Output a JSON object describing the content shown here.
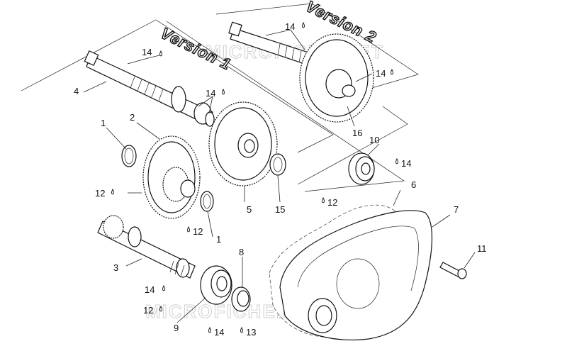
{
  "diagram": {
    "version_labels": {
      "v1": "Version 1",
      "v2": "Version 2"
    },
    "watermark": "MICROFICHE.NET",
    "callouts": [
      {
        "id": "c1a",
        "text": "1"
      },
      {
        "id": "c1b",
        "text": "1"
      },
      {
        "id": "c2",
        "text": "2"
      },
      {
        "id": "c3",
        "text": "3"
      },
      {
        "id": "c4",
        "text": "4"
      },
      {
        "id": "c5",
        "text": "5"
      },
      {
        "id": "c6",
        "text": "6"
      },
      {
        "id": "c7",
        "text": "7"
      },
      {
        "id": "c8",
        "text": "8"
      },
      {
        "id": "c9",
        "text": "9"
      },
      {
        "id": "c10",
        "text": "10"
      },
      {
        "id": "c11",
        "text": "11"
      },
      {
        "id": "c12a",
        "text": "12"
      },
      {
        "id": "c12b",
        "text": "12"
      },
      {
        "id": "c12c",
        "text": "12"
      },
      {
        "id": "c12d",
        "text": "12"
      },
      {
        "id": "c13",
        "text": "13"
      },
      {
        "id": "c14a",
        "text": "14"
      },
      {
        "id": "c14b",
        "text": "14"
      },
      {
        "id": "c14c",
        "text": "14"
      },
      {
        "id": "c14d",
        "text": "14"
      },
      {
        "id": "c14e",
        "text": "14"
      },
      {
        "id": "c14f",
        "text": "14"
      },
      {
        "id": "c14g",
        "text": "14"
      },
      {
        "id": "c15",
        "text": "15"
      },
      {
        "id": "c16",
        "text": "16"
      }
    ]
  }
}
